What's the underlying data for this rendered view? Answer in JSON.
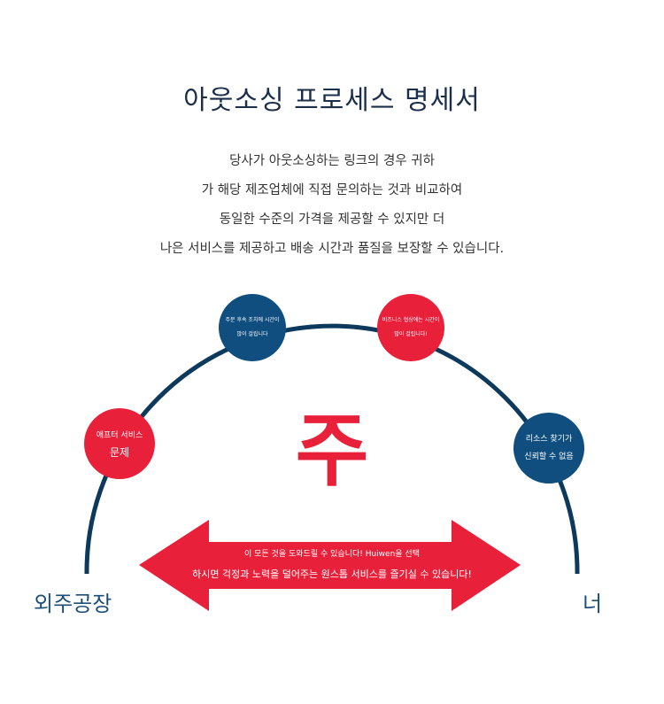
{
  "title": "아웃소싱 프로세스 명세서",
  "paragraph": [
    "당사가 아웃소싱하는 링크의 경우 귀하",
    "가 해당 제조업체에 직접 문의하는 것과 비교하여",
    "동일한 수준의 가격을 제공할 수 있지만 더",
    "나은 서비스를 제공하고 배송 시간과 품질을 보장할 수 있습니다."
  ],
  "circles": {
    "top_left": [
      "주문 후속 조치에 시간이",
      "많이 걸립니다"
    ],
    "top_right": [
      "비즈니스 협상에는 시간이",
      "많이 걸립니다!"
    ],
    "left": [
      "애프터 서비스",
      "문제"
    ],
    "right": [
      "리소스 찾기가",
      "신뢰할 수 없음"
    ]
  },
  "center_char": "주",
  "arrow": [
    "이 모든 것을 도와드릴 수 있습니다! Huiwen을 선택",
    "하시면 걱정과 노력을 덜어주는 원스톱 서비스를 즐기실 수 있습니다!"
  ],
  "left_label": "외주공장",
  "right_label": "너",
  "colors": {
    "blue": "#0f4e7e",
    "red": "#e8203a",
    "arc": "#0d3a5c"
  }
}
